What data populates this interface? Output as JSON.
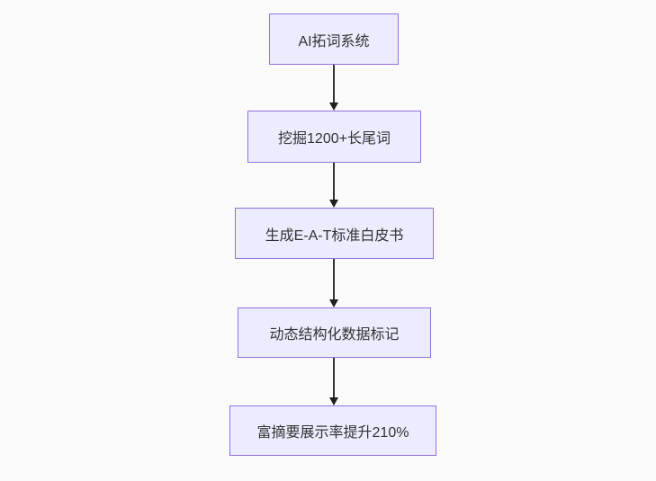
{
  "diagram": {
    "type": "flowchart-top-down",
    "nodes": [
      {
        "id": "A",
        "label": "AI拓词系统"
      },
      {
        "id": "B",
        "label": "挖掘1200+长尾词"
      },
      {
        "id": "C",
        "label": "生成E-A-T标准白皮书"
      },
      {
        "id": "D",
        "label": "动态结构化数据标记"
      },
      {
        "id": "E",
        "label": "富摘要展示率提升210%"
      }
    ],
    "edges": [
      {
        "from": "A",
        "to": "B"
      },
      {
        "from": "B",
        "to": "C"
      },
      {
        "from": "C",
        "to": "D"
      },
      {
        "from": "D",
        "to": "E"
      }
    ]
  },
  "colors": {
    "canvas-bg": "#fafafa",
    "node-fill": "#ececff",
    "node-border": "#9370db",
    "node-text": "#333333",
    "edge-line": "#333333",
    "arrowhead": "#1f1f1f"
  }
}
